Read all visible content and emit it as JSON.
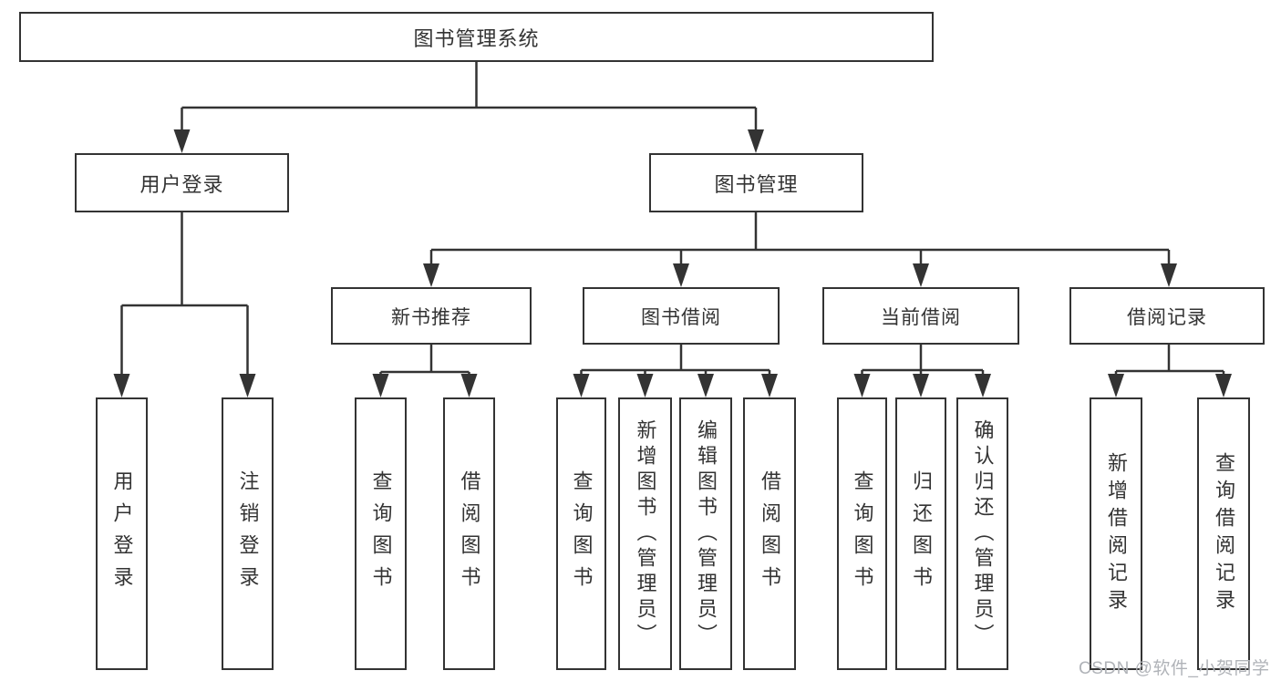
{
  "tree": {
    "root": {
      "label": "图书管理系统"
    },
    "branches": [
      {
        "label": "用户登录",
        "children": [
          {
            "label": "用户登录"
          },
          {
            "label": "注销登录"
          }
        ]
      },
      {
        "label": "图书管理",
        "children": [
          {
            "label": "新书推荐",
            "children": [
              {
                "label": "查询图书"
              },
              {
                "label": "借阅图书"
              }
            ]
          },
          {
            "label": "图书借阅",
            "children": [
              {
                "label": "查询图书"
              },
              {
                "label": "新增图书（管理员）"
              },
              {
                "label": "编辑图书（管理员）"
              },
              {
                "label": "借阅图书"
              }
            ]
          },
          {
            "label": "当前借阅",
            "children": [
              {
                "label": "查询图书"
              },
              {
                "label": "归还图书"
              },
              {
                "label": "确认归还（管理员）"
              }
            ]
          },
          {
            "label": "借阅记录",
            "children": [
              {
                "label": "新增借阅记录"
              },
              {
                "label": "查询借阅记录"
              }
            ]
          }
        ]
      }
    ]
  },
  "watermark": {
    "text": "CSDN @软件_小贺同学"
  },
  "colors": {
    "line": "#333333",
    "box_border": "#333333",
    "text": "#333333",
    "watermark": "#b0b3b8",
    "background": "#ffffff"
  }
}
